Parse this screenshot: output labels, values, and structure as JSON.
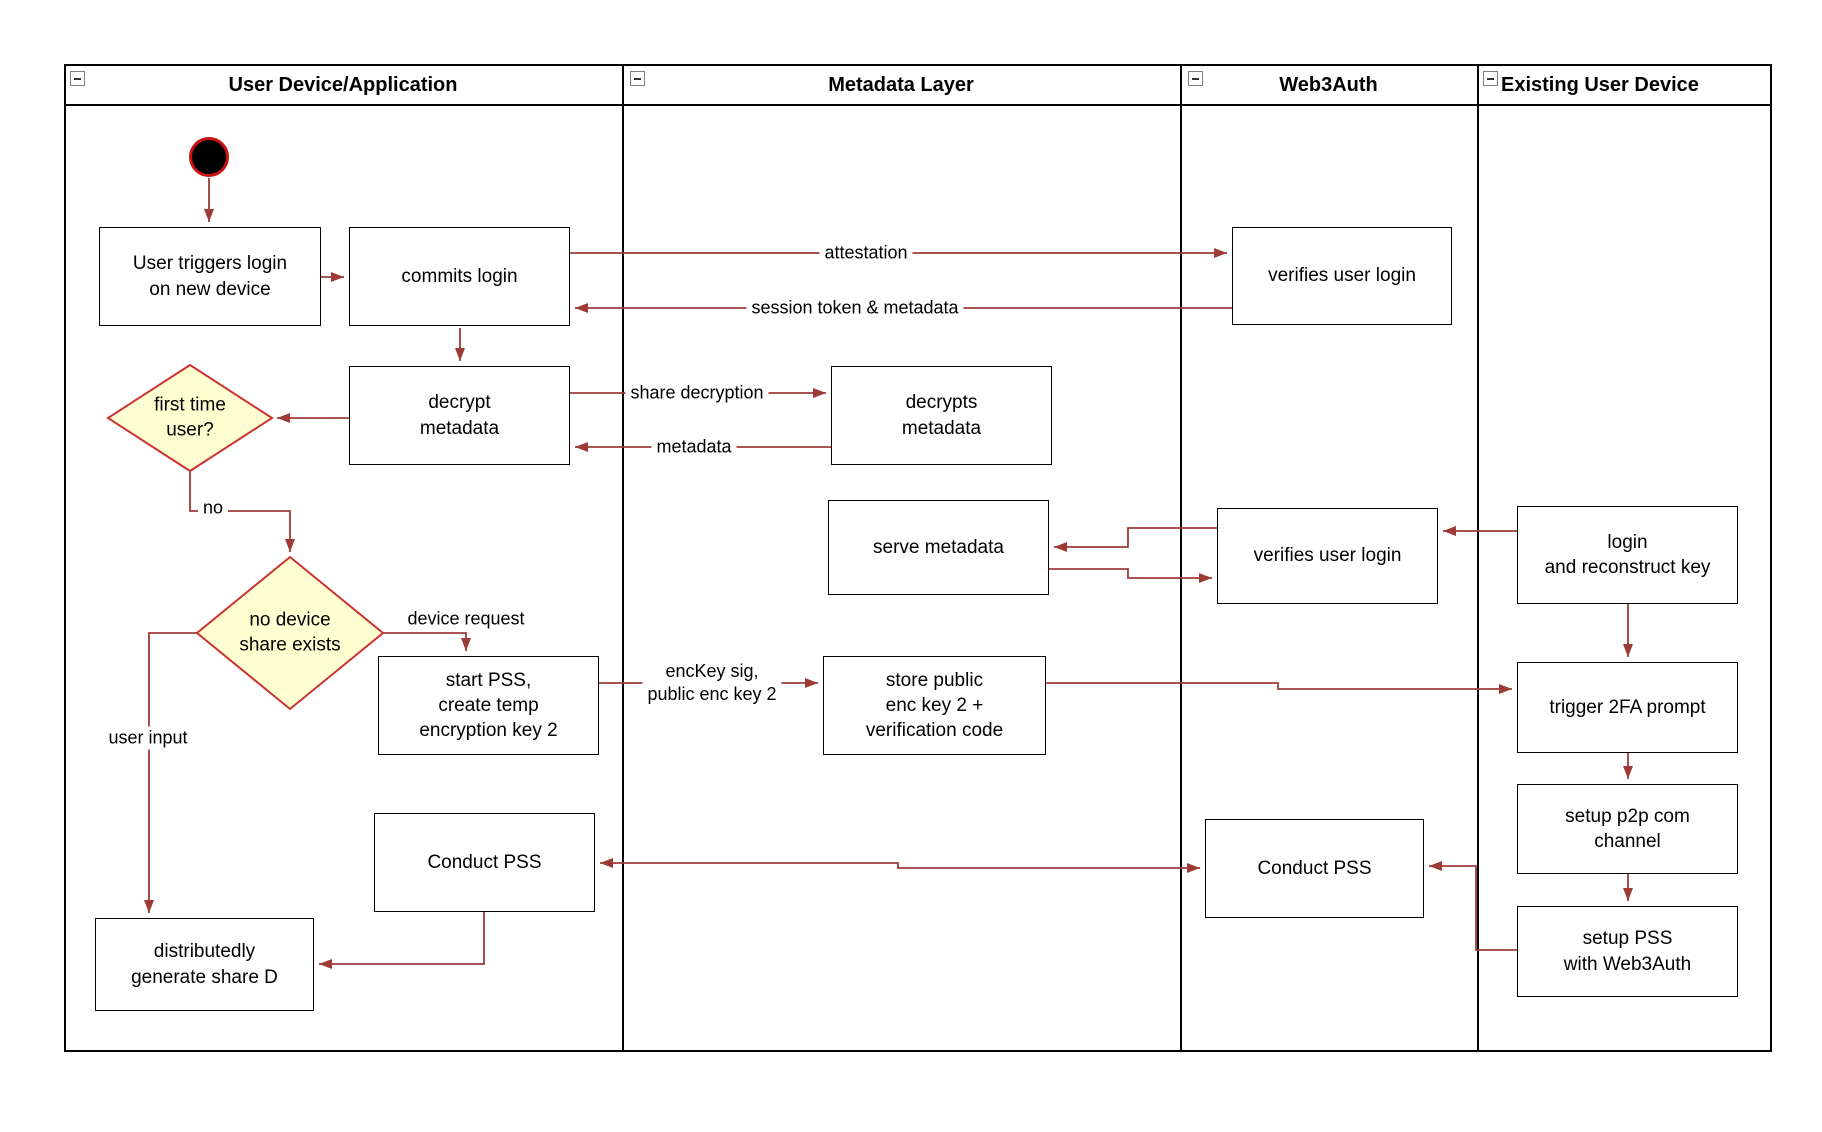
{
  "diagram": {
    "colors": {
      "line": "#9e3b37",
      "diamond_fill": "#ffffd2",
      "diamond_border": "#cc3333",
      "box_border": "#000000",
      "node_fill": "#ffffff"
    },
    "lanes": [
      {
        "title": "User Device/Application"
      },
      {
        "title": "Metadata Layer"
      },
      {
        "title": "Web3Auth"
      },
      {
        "title": "Existing User Device"
      }
    ],
    "nodes": {
      "user_triggers": "User triggers login\non new device",
      "commits_login": "commits login",
      "verifies_login_1": "verifies user login",
      "decrypt_metadata": "decrypt\nmetadata",
      "decrypts_metadata": "decrypts\nmetadata",
      "first_time_user": "first time\nuser?",
      "serve_metadata": "serve metadata",
      "verifies_login_2": "verifies user login",
      "login_reconstruct": "login\nand reconstruct key",
      "no_device_share": "no device\nshare exists",
      "start_pss": "start PSS,\ncreate temp\nencryption key 2",
      "store_public_key": "store public\nenc key 2 +\nverification code",
      "trigger_2fa": "trigger 2FA prompt",
      "setup_p2p": "setup p2p com\nchannel",
      "setup_pss": "setup PSS\nwith Web3Auth",
      "conduct_pss_user": "Conduct PSS",
      "conduct_pss_web3": "Conduct PSS",
      "generate_share_d": "distributedly\ngenerate share D"
    },
    "edge_labels": {
      "attestation": "attestation",
      "session_token": "session token & metadata",
      "share_decryption": "share decryption",
      "metadata": "metadata",
      "no": "no",
      "device_request": "device request",
      "user_input": "user input",
      "enckey_sig": "encKey sig,\npublic enc key 2"
    }
  }
}
